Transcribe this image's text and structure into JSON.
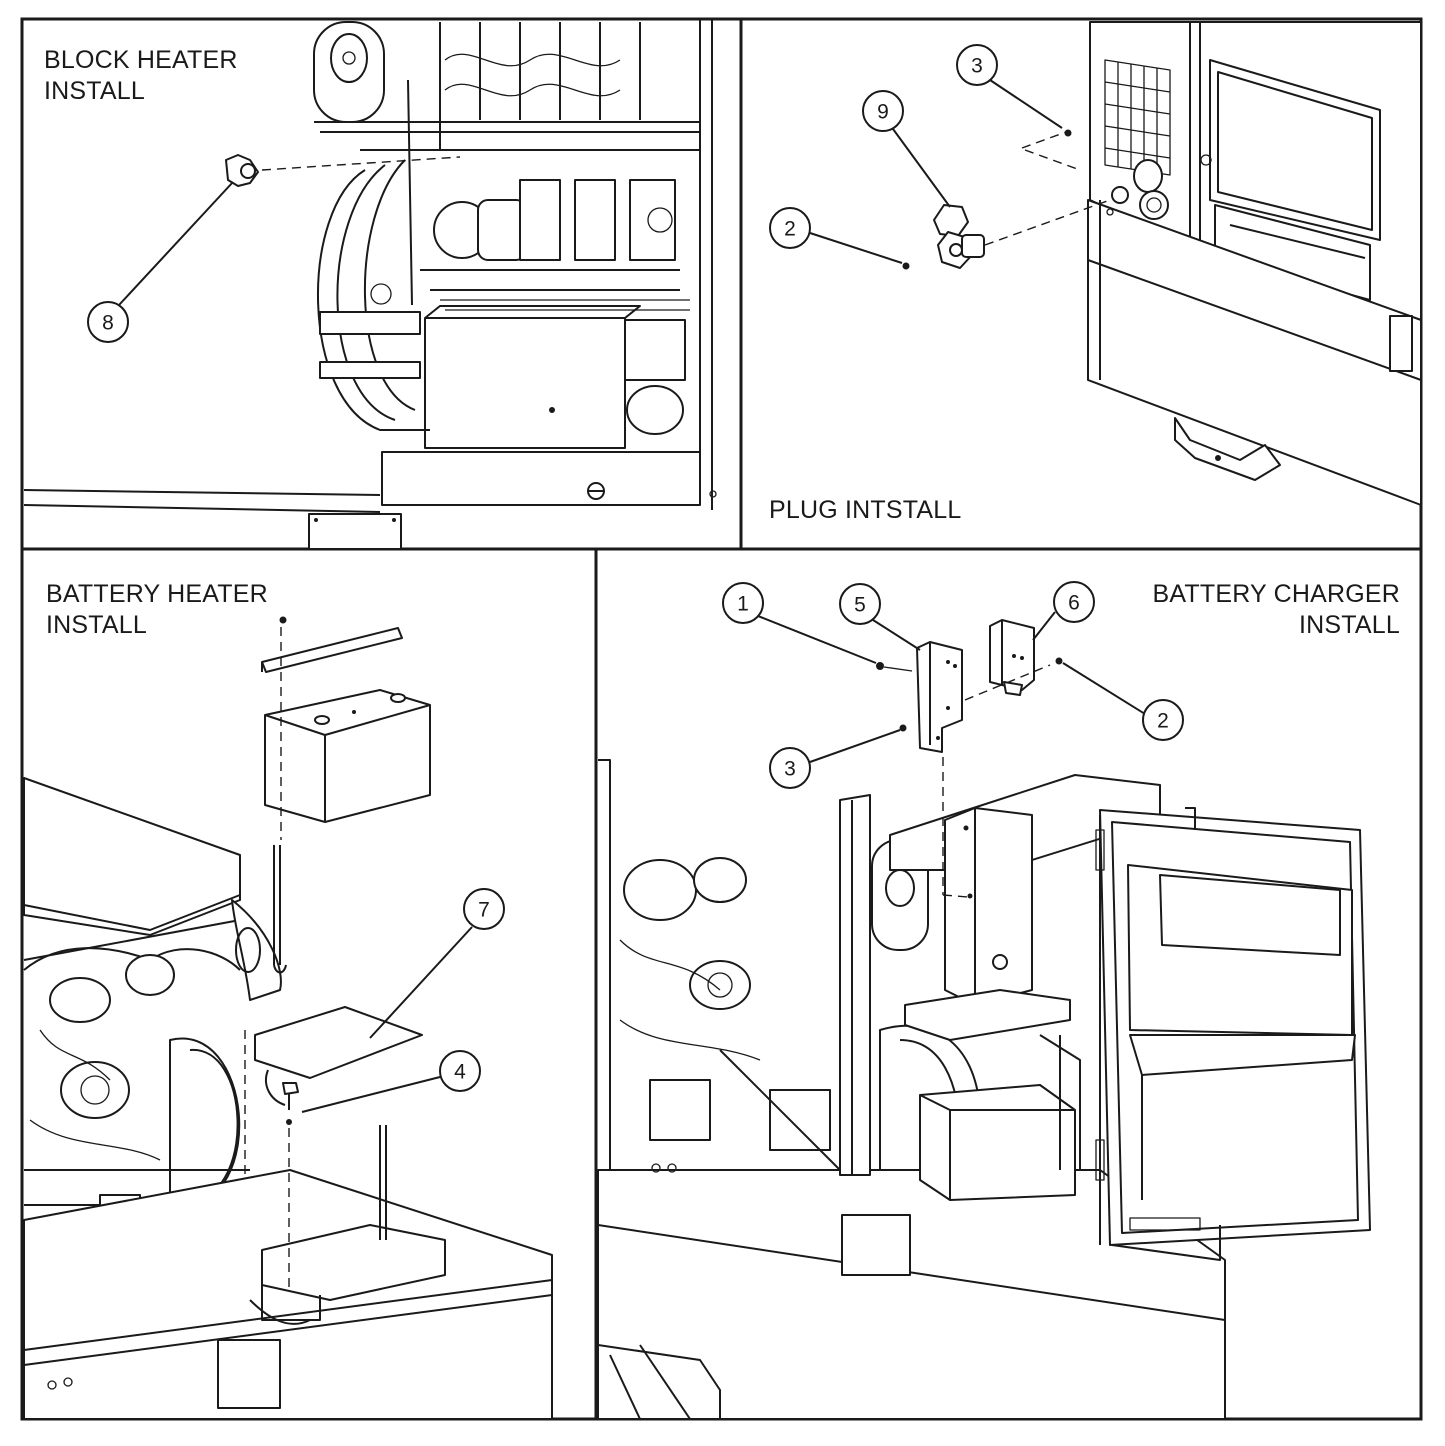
{
  "panels": {
    "block_heater": {
      "title_line1": "BLOCK HEATER",
      "title_line2": "INSTALL"
    },
    "plug": {
      "title": "PLUG INTSTALL"
    },
    "battery_heater": {
      "title_line1": "BATTERY HEATER",
      "title_line2": "INSTALL"
    },
    "battery_charger": {
      "title_line1": "BATTERY CHARGER",
      "title_line2": "INSTALL"
    }
  },
  "callouts": {
    "block_heater": [
      "8"
    ],
    "plug": [
      "3",
      "9",
      "2"
    ],
    "battery_heater": [
      "7",
      "4"
    ],
    "battery_charger": [
      "1",
      "5",
      "6",
      "2",
      "3"
    ]
  }
}
